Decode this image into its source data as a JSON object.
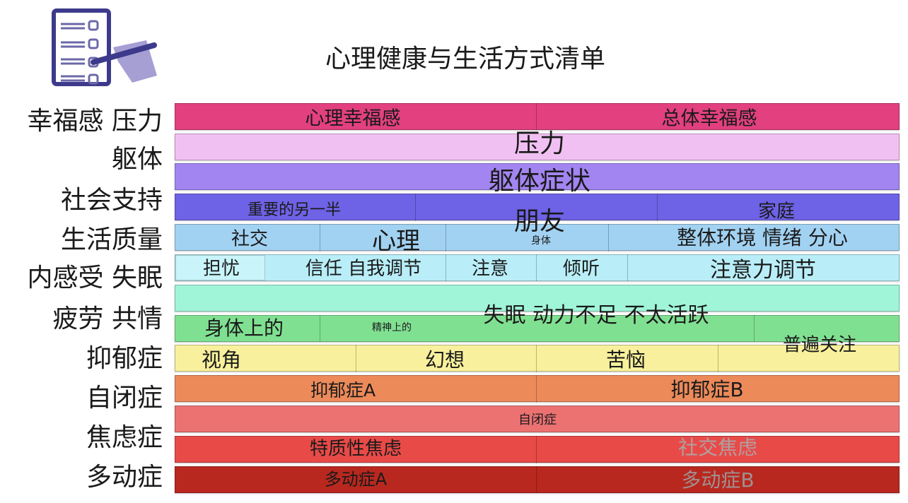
{
  "title": "心理健康与生活方式清单",
  "logo_icon": "checklist-with-hand-pen-icon",
  "row_labels": [
    "幸福感 压力",
    "躯体",
    "社会支持",
    "生活质量",
    "内感受 失眠",
    "疲劳 共情",
    "抑郁症",
    "自闭症",
    "焦虑症",
    "多动症"
  ],
  "band_colors": [
    "#e2407f",
    "#f1c0f2",
    "#a285f0",
    "#6e62e6",
    "#a2d2f2",
    "#b9eef8",
    "#a0f5d8",
    "#80e092",
    "#f8f09c",
    "#ec8a5a",
    "#ec7272",
    "#e84a48",
    "#b8281f"
  ],
  "cells": {
    "psych_wellbeing": "心理幸福感",
    "overall_wellbeing": "总体幸福感",
    "stress": "压力",
    "somatic_symptoms": "躯体症状",
    "significant_other": "重要的另一半",
    "family": "家庭",
    "friends": "朋友",
    "social": "社交",
    "psychological": "心理",
    "physical": "身体",
    "environment_emotion_distraction": "整体环境 情绪 分心",
    "worry": "担忧",
    "trust_self_regulation": "信任 自我调节",
    "noticing": "注意",
    "listening": "倾听",
    "attention_regulation": "注意力调节",
    "insomnia_motivation_activity": "失眠 动力不足 不太活跃",
    "physical_fatigue": "身体上的",
    "mental_fatigue": "精神上的",
    "general_concern": "普遍关注",
    "perspective": "视角",
    "fantasy": "幻想",
    "distress": "苦恼",
    "depression_a": "抑郁症A",
    "depression_b": "抑郁症B",
    "autism": "自闭症",
    "trait_anxiety": "特质性焦虑",
    "social_anxiety": "社交焦虑",
    "adhd_a": "多动症A",
    "adhd_b": "多动症B"
  }
}
